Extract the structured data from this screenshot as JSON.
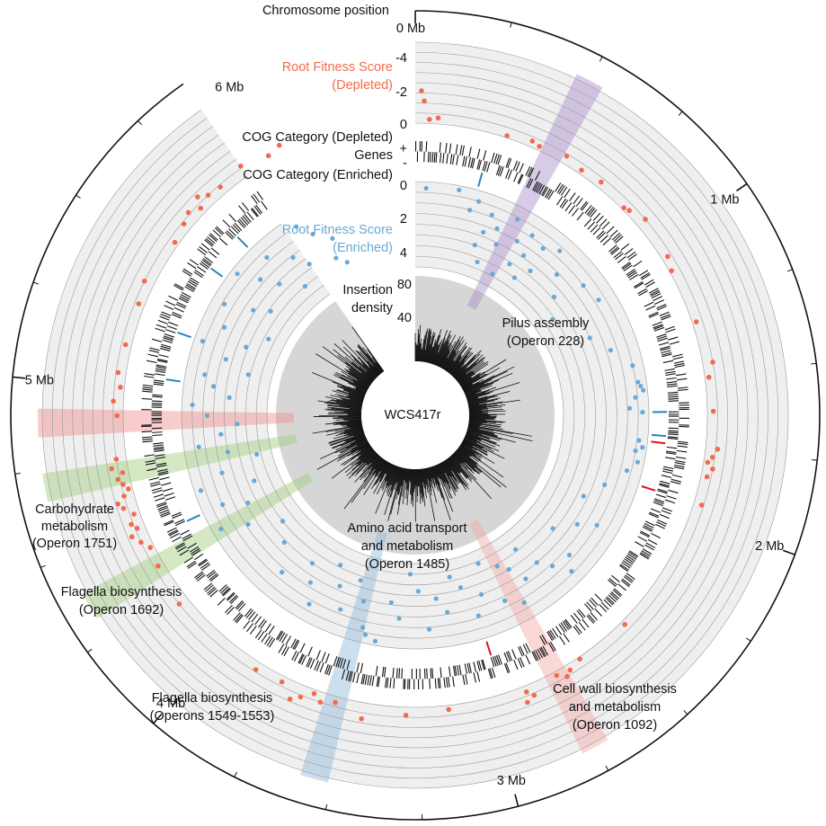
{
  "chart_data": {
    "type": "circos",
    "genome_name": "WCS417r",
    "genome_length_mb": 5.9,
    "colors": {
      "depleted": "#f26b4b",
      "enriched": "#6aa9d6",
      "track_bg": "#efefef",
      "density_bg": "#d6d6d6",
      "gene": "#111111",
      "pilus": "#a98cc9",
      "flagella": "#9fcf7a",
      "amino": "#8db8dc",
      "cellwall": "#f4a9a5",
      "carb": "#f08d8d"
    },
    "chromosome_axis": {
      "label": "Chromosome position",
      "ticks": [
        {
          "mb": 0,
          "label": "0 Mb"
        },
        {
          "mb": 1,
          "label": "1 Mb"
        },
        {
          "mb": 2,
          "label": "2 Mb"
        },
        {
          "mb": 3,
          "label": "3 Mb"
        },
        {
          "mb": 4,
          "label": "4 Mb"
        },
        {
          "mb": 5,
          "label": "5 Mb"
        },
        {
          "mb": 6,
          "label": "6 Mb"
        }
      ]
    },
    "tracks": {
      "depleted": {
        "label_line1": "Root Fitness Score",
        "label_line2": "(Depleted)",
        "range": [
          0,
          -4
        ],
        "scale_labels": [
          "-4",
          "-2",
          "0"
        ]
      },
      "cog_depleted": {
        "label": "COG Category (Depleted)"
      },
      "genes": {
        "label": "Genes",
        "plus": "+",
        "minus": "-"
      },
      "cog_enriched": {
        "label": "COG Category (Enriched)"
      },
      "enriched": {
        "label_line1": "Root Fitness Score",
        "label_line2": "(Enriched)",
        "range": [
          0,
          4
        ],
        "scale_labels": [
          "0",
          "2",
          "4"
        ]
      },
      "density": {
        "label_line1": "Insertion",
        "label_line2": "density",
        "scale_labels": [
          "80",
          "40"
        ]
      }
    },
    "depleted_points": [
      [
        0.02,
        -1.6
      ],
      [
        0.03,
        -1.1
      ],
      [
        0.05,
        -0.2
      ],
      [
        0.08,
        -0.3
      ],
      [
        0.33,
        -0.1
      ],
      [
        0.42,
        -0.3
      ],
      [
        0.45,
        -0.2
      ],
      [
        0.55,
        -0.4
      ],
      [
        0.62,
        -0.2
      ],
      [
        0.7,
        -0.3
      ],
      [
        0.82,
        -0.1
      ],
      [
        0.84,
        -0.2
      ],
      [
        0.9,
        -0.5
      ],
      [
        1.05,
        -0.3
      ],
      [
        1.1,
        -0.1
      ],
      [
        1.3,
        -0.2
      ],
      [
        1.45,
        -0.5
      ],
      [
        1.5,
        -0.2
      ],
      [
        1.62,
        -0.3
      ],
      [
        1.75,
        -0.6
      ],
      [
        1.78,
        -0.4
      ],
      [
        1.8,
        -0.2
      ],
      [
        1.82,
        -0.5
      ],
      [
        1.85,
        -0.3
      ],
      [
        1.95,
        -0.4
      ],
      [
        2.45,
        -0.2
      ],
      [
        2.65,
        -0.1
      ],
      [
        2.7,
        -0.3
      ],
      [
        2.72,
        -0.5
      ],
      [
        2.75,
        -0.2
      ],
      [
        2.85,
        -0.6
      ],
      [
        2.87,
        -0.3
      ],
      [
        2.88,
        -0.8
      ],
      [
        3.15,
        -0.2
      ],
      [
        3.3,
        -0.4
      ],
      [
        3.45,
        -0.8
      ],
      [
        3.55,
        -0.3
      ],
      [
        3.6,
        -0.5
      ],
      [
        3.63,
        -0.2
      ],
      [
        3.67,
        -0.6
      ],
      [
        3.7,
        -0.9
      ],
      [
        3.75,
        -0.3
      ],
      [
        3.85,
        -0.4
      ],
      [
        4.2,
        -0.5
      ],
      [
        4.35,
        -0.3
      ],
      [
        4.42,
        -0.2
      ],
      [
        4.45,
        -0.5
      ],
      [
        4.48,
        -0.8
      ],
      [
        4.5,
        -0.4
      ],
      [
        4.52,
        -0.6
      ],
      [
        4.55,
        -0.3
      ],
      [
        4.58,
        -0.7
      ],
      [
        4.6,
        -0.9
      ],
      [
        4.62,
        -0.5
      ],
      [
        4.64,
        -0.2
      ],
      [
        4.66,
        -0.4
      ],
      [
        4.68,
        -0.6
      ],
      [
        4.7,
        -0.3
      ],
      [
        4.72,
        -0.8
      ],
      [
        4.75,
        -0.5
      ],
      [
        4.9,
        -0.3
      ],
      [
        4.95,
        -0.5
      ],
      [
        5.0,
        -0.2
      ],
      [
        5.05,
        -0.4
      ],
      [
        5.15,
        -0.3
      ],
      [
        5.3,
        -0.3
      ],
      [
        5.38,
        -0.5
      ],
      [
        5.55,
        -0.2
      ],
      [
        5.62,
        -0.4
      ],
      [
        5.66,
        -0.6
      ],
      [
        5.7,
        -0.3
      ],
      [
        5.72,
        -0.8
      ],
      [
        5.75,
        -0.5
      ],
      [
        5.8,
        -0.4
      ],
      [
        5.9,
        -0.6
      ],
      [
        6.0,
        -0.3
      ],
      [
        6.05,
        -0.5
      ]
    ],
    "enriched_points": [
      [
        0.05,
        0.3
      ],
      [
        0.2,
        0.2
      ],
      [
        0.27,
        1.0
      ],
      [
        0.3,
        0.5
      ],
      [
        0.35,
        2.5
      ],
      [
        0.37,
        1.8
      ],
      [
        0.38,
        0.9
      ],
      [
        0.4,
        3.2
      ],
      [
        0.43,
        1.4
      ],
      [
        0.46,
        2.1
      ],
      [
        0.5,
        0.6
      ],
      [
        0.52,
        3.4
      ],
      [
        0.55,
        1.5
      ],
      [
        0.58,
        2.6
      ],
      [
        0.6,
        0.9
      ],
      [
        0.62,
        1.9
      ],
      [
        0.65,
        3.0
      ],
      [
        0.68,
        1.1
      ],
      [
        0.7,
        2.3
      ],
      [
        0.75,
        0.7
      ],
      [
        0.82,
        1.6
      ],
      [
        0.9,
        2.4
      ],
      [
        0.95,
        1.0
      ],
      [
        1.0,
        3.1
      ],
      [
        1.05,
        0.8
      ],
      [
        1.2,
        2.0
      ],
      [
        1.3,
        1.3
      ],
      [
        1.4,
        0.5
      ],
      [
        1.48,
        0.4
      ],
      [
        1.5,
        0.3
      ],
      [
        1.52,
        0.2
      ],
      [
        1.55,
        0.6
      ],
      [
        1.6,
        0.9
      ],
      [
        1.62,
        0.3
      ],
      [
        1.75,
        0.4
      ],
      [
        1.78,
        0.2
      ],
      [
        1.8,
        0.5
      ],
      [
        1.85,
        0.3
      ],
      [
        1.9,
        0.7
      ],
      [
        2.0,
        1.5
      ],
      [
        2.1,
        2.2
      ],
      [
        2.2,
        1.0
      ],
      [
        2.25,
        1.8
      ],
      [
        2.35,
        2.6
      ],
      [
        2.4,
        1.2
      ],
      [
        2.45,
        0.6
      ],
      [
        2.5,
        1.4
      ],
      [
        2.55,
        2.0
      ],
      [
        2.6,
        3.1
      ],
      [
        2.65,
        1.7
      ],
      [
        2.7,
        2.5
      ],
      [
        2.72,
        0.8
      ],
      [
        2.75,
        2.9
      ],
      [
        2.8,
        1.3
      ],
      [
        2.85,
        3.4
      ],
      [
        2.9,
        2.0
      ],
      [
        2.95,
        1.1
      ],
      [
        3.0,
        2.6
      ],
      [
        3.05,
        3.2
      ],
      [
        3.1,
        1.6
      ],
      [
        3.15,
        2.3
      ],
      [
        3.2,
        0.9
      ],
      [
        3.25,
        2.7
      ],
      [
        3.3,
        3.5
      ],
      [
        3.35,
        1.4
      ],
      [
        3.4,
        2.1
      ],
      [
        3.45,
        0.2
      ],
      [
        3.5,
        0.4
      ],
      [
        3.52,
        0.7
      ],
      [
        3.55,
        1.9
      ],
      [
        3.6,
        2.8
      ],
      [
        3.65,
        1.2
      ],
      [
        3.7,
        2.2
      ],
      [
        3.75,
        3.1
      ],
      [
        3.8,
        0.8
      ],
      [
        3.85,
        1.7
      ],
      [
        3.9,
        2.5
      ],
      [
        4.0,
        1.3
      ],
      [
        4.1,
        2.4
      ],
      [
        4.2,
        3.0
      ],
      [
        4.3,
        1.6
      ],
      [
        4.35,
        0.4
      ],
      [
        4.4,
        2.1
      ],
      [
        4.45,
        1.0
      ],
      [
        4.5,
        2.8
      ],
      [
        4.55,
        0.3
      ],
      [
        4.6,
        1.5
      ],
      [
        4.65,
        3.3
      ],
      [
        4.7,
        2.0
      ],
      [
        4.75,
        0.7
      ],
      [
        4.8,
        1.8
      ],
      [
        4.85,
        2.6
      ],
      [
        4.9,
        1.2
      ],
      [
        4.95,
        0.5
      ],
      [
        5.0,
        2.2
      ],
      [
        5.05,
        1.4
      ],
      [
        5.1,
        0.9
      ],
      [
        5.15,
        2.9
      ],
      [
        5.2,
        1.7
      ],
      [
        5.25,
        0.4
      ],
      [
        5.3,
        2.4
      ],
      [
        5.35,
        1.1
      ],
      [
        5.4,
        3.2
      ],
      [
        5.45,
        0.6
      ],
      [
        5.5,
        1.9
      ],
      [
        5.55,
        2.6
      ],
      [
        5.6,
        0.3
      ],
      [
        5.65,
        1.3
      ],
      [
        5.7,
        2.1
      ],
      [
        5.75,
        0.8
      ],
      [
        5.8,
        3.0
      ],
      [
        5.85,
        1.6
      ],
      [
        5.9,
        2.3
      ],
      [
        5.95,
        0.5
      ],
      [
        6.0,
        1.2
      ],
      [
        6.05,
        2.7
      ],
      [
        6.08,
        1.8
      ],
      [
        6.1,
        3.1
      ]
    ],
    "highlights": [
      {
        "label_line1": "Pilus assembly",
        "label_line2": "(Operon 228)",
        "mb": 0.5,
        "color_key": "pilus"
      },
      {
        "label_line1": "Amino acid transport",
        "label_line2": "and metabolism",
        "label_line3": "(Operon 1485)",
        "mb": 3.55,
        "color_key": "amino"
      },
      {
        "label_line1": "Cell wall biosynthesis",
        "label_line2": "and metabolism",
        "label_line3": "(Operon 1092)",
        "mb": 2.75,
        "color_key": "cellwall"
      },
      {
        "label_line1": "Flagella biosynthesis",
        "label_line2": "(Operons 1549-1553)",
        "mb": 4.35,
        "color_key": "flagella"
      },
      {
        "label_line1": "Flagella biosynthesis",
        "label_line2": "(Operon 1692)",
        "mb": 4.7,
        "color_key": "flagella"
      },
      {
        "label_line1": "Carbohydrate",
        "label_line2": "metabolism",
        "label_line3": "(Operon 1751)",
        "mb": 4.88,
        "color_key": "carb"
      }
    ],
    "cog_ticks": {
      "depleted": [
        1.75,
        1.95,
        2.95
      ],
      "enriched": [
        0.28,
        1.62,
        1.72,
        4.45,
        5.05,
        5.25,
        5.55,
        5.72
      ]
    }
  }
}
